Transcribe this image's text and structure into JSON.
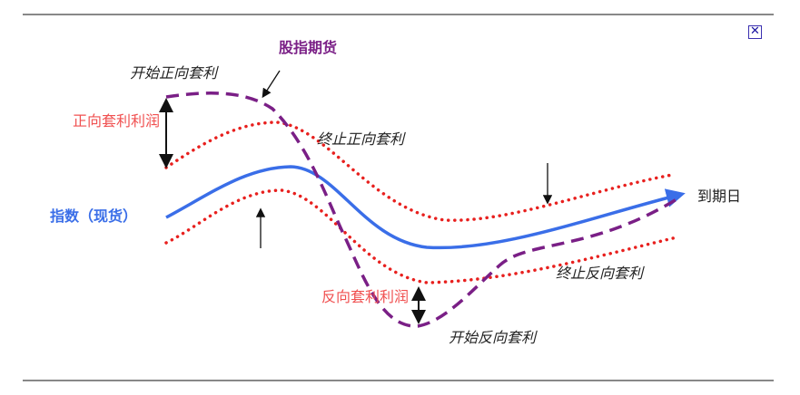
{
  "diagram": {
    "futures_label": "股指期货",
    "start_forward_arb": "开始正向套利",
    "forward_arb_profit": "正向套利利润",
    "stop_forward_arb": "终止正向套利",
    "index_spot": "指数（现货）",
    "expiry_date": "到期日",
    "reverse_arb_profit": "反向套利利润",
    "stop_reverse_arb": "终止反向套利",
    "start_reverse_arb": "开始反向套利"
  },
  "colors": {
    "index": "#3a6ee8",
    "futures": "#7a1f86",
    "bounds": "#e8201e"
  },
  "close_icon": "close-icon"
}
